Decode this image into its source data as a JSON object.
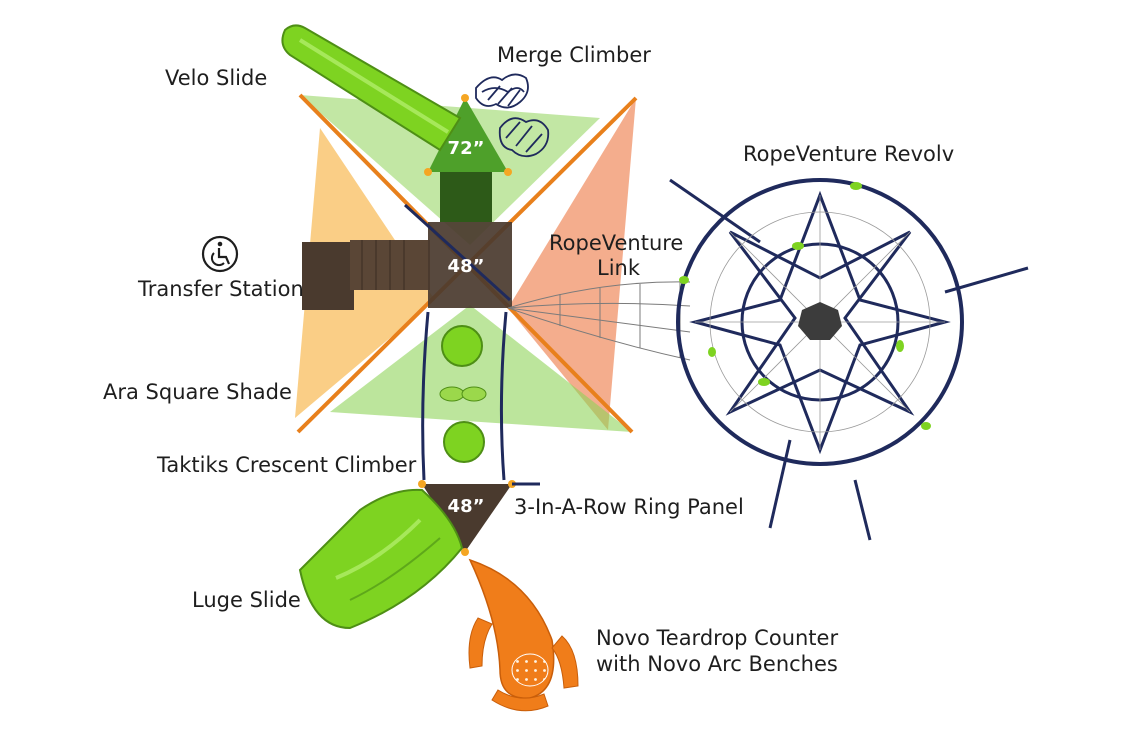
{
  "labels": {
    "velo_slide": "Velo Slide",
    "merge_climber": "Merge Climber",
    "ropeventure_revolv": "RopeVenture Revolv",
    "ropeventure_link_line1": "RopeVenture",
    "ropeventure_link_line2": "Link",
    "transfer_station": "Transfer Station",
    "ara_square_shade": "Ara Square Shade",
    "taktiks_crescent_climber": "Taktiks Crescent Climber",
    "three_in_a_row_ring_panel": "3-In-A-Row Ring Panel",
    "luge_slide": "Luge Slide",
    "novo_line1": "Novo Teardrop Counter",
    "novo_line2": "with Novo Arc Benches"
  },
  "deck_heights": {
    "top": "72”",
    "middle": "48”",
    "bottom": "48”"
  },
  "icons": {
    "accessibility": "wheelchair-icon"
  },
  "colors": {
    "slide_green": "#7ed321",
    "shade_orange": "#f5a623",
    "shade_salmon": "#f08a5d",
    "shade_green": "#8fd35a",
    "frame_navy": "#1f2a5c",
    "deck_brown": "#4a3a2e",
    "counter_orange": "#f07d1a"
  }
}
